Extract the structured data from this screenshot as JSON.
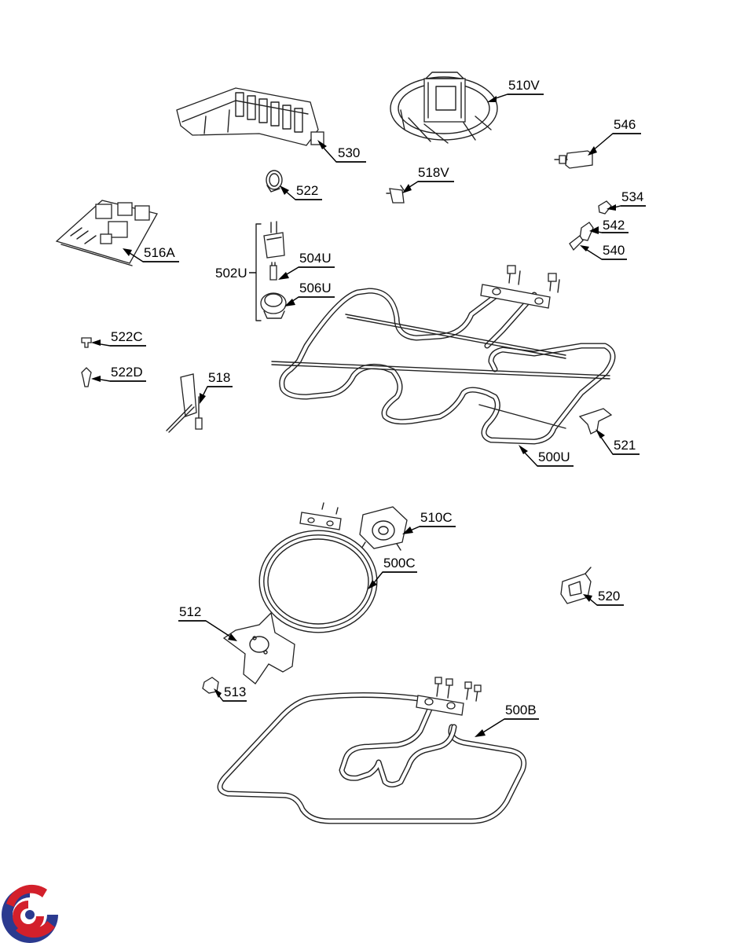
{
  "labels": {
    "l530": "530",
    "l510V": "510V",
    "l546": "546",
    "l522": "522",
    "l518V": "518V",
    "l534": "534",
    "l542": "542",
    "l540": "540",
    "l516A": "516A",
    "l502U": "502U",
    "l504U": "504U",
    "l506U": "506U",
    "l522C": "522C",
    "l522D": "522D",
    "l518": "518",
    "l521": "521",
    "l500U": "500U",
    "l510C": "510C",
    "l500C": "500C",
    "l520": "520",
    "l512": "512",
    "l513": "513",
    "l500B": "500B"
  },
  "colors": {
    "line": "#222222",
    "logo_blue": "#2b3a8f",
    "logo_red": "#d3202b"
  },
  "logo": {
    "icon": "brand-swirl-logo-icon"
  }
}
